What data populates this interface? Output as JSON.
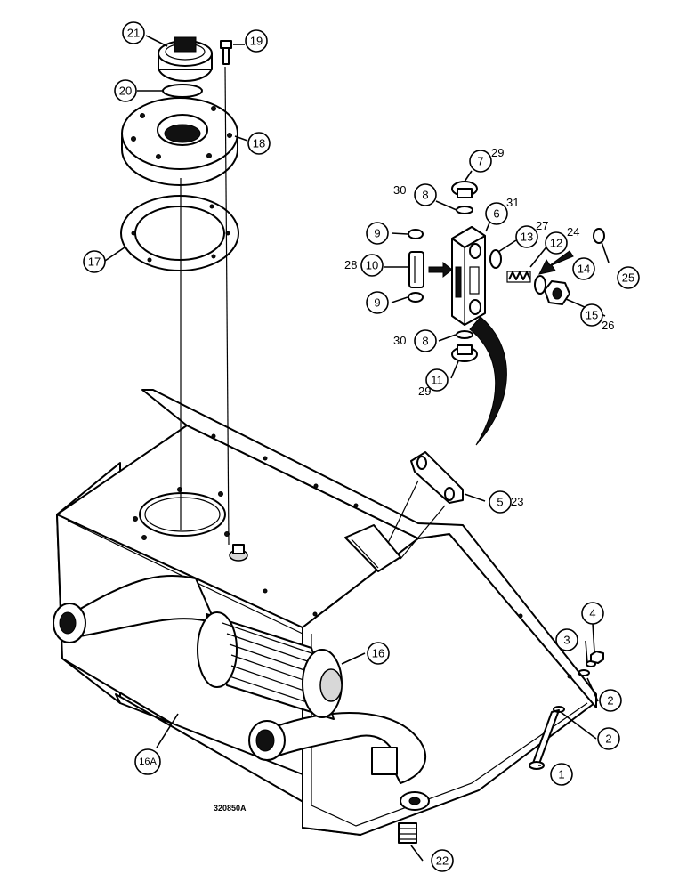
{
  "drawing_number": "320850A",
  "callouts": {
    "c21": "21",
    "c19": "19",
    "c20": "20",
    "c18": "18",
    "c17": "17",
    "c16": "16",
    "c16a": "16A",
    "c22": "22",
    "c1": "1",
    "c2a": "2",
    "c2b": "2",
    "c3": "3",
    "c4": "4",
    "c5": "5",
    "c23": "23",
    "c7": "7",
    "c29a": "29",
    "c30a": "30",
    "c8a": "8",
    "c6": "6",
    "c31": "31",
    "c9a": "9",
    "c9b": "9",
    "c28": "28",
    "c10": "10",
    "c13": "13",
    "c27": "27",
    "c12": "12",
    "c24": "24",
    "c14": "14",
    "c25": "25",
    "c15": "15",
    "c26": "26",
    "c30b": "30",
    "c8b": "8",
    "c11": "11",
    "c29b": "29"
  }
}
